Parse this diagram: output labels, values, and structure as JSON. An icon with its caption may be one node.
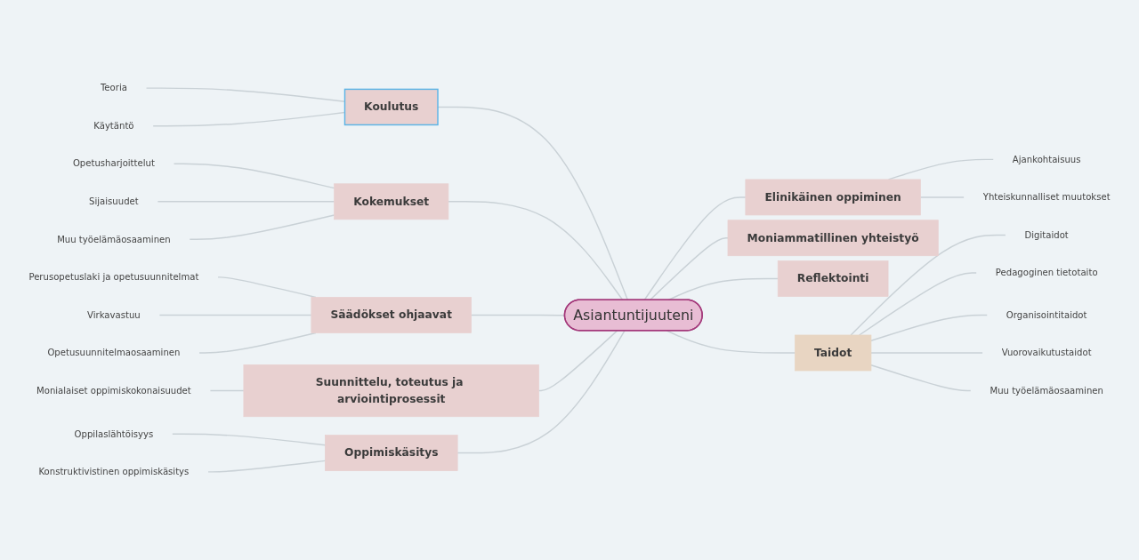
{
  "diagram": {
    "nodes": [
      {
        "text": [
          "Asiantuntijuuteni"
        ]
      },
      {
        "text": [
          "Koulutus"
        ]
      },
      {
        "text": [
          "Teoria"
        ]
      },
      {
        "text": [
          "Käytäntö"
        ]
      },
      {
        "text": [
          "Elinikäinen oppiminen"
        ]
      },
      {
        "text": [
          "Ajankohtaisuus"
        ]
      },
      {
        "text": [
          "Yhteiskunnalliset muutokset"
        ]
      },
      {
        "text": [
          "Moniammatillinen yhteistyö"
        ]
      },
      {
        "text": [
          "Kokemukset"
        ]
      },
      {
        "text": [
          "Opetusharjoittelut"
        ]
      },
      {
        "text": [
          "Sijaisuudet"
        ]
      },
      {
        "text": [
          "Muu työelämäosaaminen"
        ]
      },
      {
        "text": [
          "Reflektointi"
        ]
      },
      {
        "text": [
          "Säädökset ohjaavat"
        ]
      },
      {
        "text": [
          "Perusopetuslaki ja opetusuunnitelmat"
        ]
      },
      {
        "text": [
          "Virkavastuu"
        ]
      },
      {
        "text": [
          "Opetusuunnitelmaosaaminen"
        ]
      },
      {
        "text": [
          "Suunnittelu, toteutus ja arviointiprosessit"
        ]
      },
      {
        "text": [
          "Monialaiset oppimiskokonaisuudet"
        ]
      },
      {
        "text": [
          "Taidot"
        ]
      },
      {
        "text": [
          "Digitaidot"
        ]
      },
      {
        "text": [
          "Pedagoginen tietotaito"
        ]
      },
      {
        "text": [
          "Organisointitaidot"
        ]
      },
      {
        "text": [
          "Vuorovaikutustaidot"
        ]
      },
      {
        "text": [
          "Muu työelämäosaaminen"
        ]
      },
      {
        "text": [
          "Oppimiskäsitys"
        ]
      },
      {
        "text": [
          "Oppilaslähtöisyys"
        ]
      },
      {
        "text": [
          "Konstruktivistinen oppimiskäsitys"
        ]
      }
    ],
    "edges": [
      {
        "from": 0,
        "to": 1,
        "arrow": "none"
      },
      {
        "from": 1,
        "to": 2,
        "arrow": "none"
      },
      {
        "from": 1,
        "to": 3,
        "arrow": "none"
      },
      {
        "from": 0,
        "to": 4,
        "arrow": "none"
      },
      {
        "from": 4,
        "to": 5,
        "arrow": "none"
      },
      {
        "from": 4,
        "to": 6,
        "arrow": "none"
      },
      {
        "from": 0,
        "to": 7,
        "arrow": "none"
      },
      {
        "from": 0,
        "to": 8,
        "arrow": "none"
      },
      {
        "from": 8,
        "to": 9,
        "arrow": "none"
      },
      {
        "from": 8,
        "to": 10,
        "arrow": "none"
      },
      {
        "from": 8,
        "to": 11,
        "arrow": "none"
      },
      {
        "from": 0,
        "to": 12,
        "arrow": "none"
      },
      {
        "from": 0,
        "to": 13,
        "arrow": "none"
      },
      {
        "from": 13,
        "to": 14,
        "arrow": "none"
      },
      {
        "from": 13,
        "to": 15,
        "arrow": "none"
      },
      {
        "from": 13,
        "to": 16,
        "arrow": "none"
      },
      {
        "from": 0,
        "to": 17,
        "arrow": "none"
      },
      {
        "from": 17,
        "to": 18,
        "arrow": "none"
      },
      {
        "from": 0,
        "to": 19,
        "arrow": "none"
      },
      {
        "from": 19,
        "to": 20,
        "arrow": "none"
      },
      {
        "from": 19,
        "to": 21,
        "arrow": "none"
      },
      {
        "from": 19,
        "to": 22,
        "arrow": "none"
      },
      {
        "from": 19,
        "to": 23,
        "arrow": "none"
      },
      {
        "from": 19,
        "to": 24,
        "arrow": "none"
      },
      {
        "from": 0,
        "to": 25,
        "arrow": "none"
      },
      {
        "from": 25,
        "to": 26,
        "arrow": "none"
      },
      {
        "from": 25,
        "to": 27,
        "arrow": "none"
      }
    ]
  }
}
